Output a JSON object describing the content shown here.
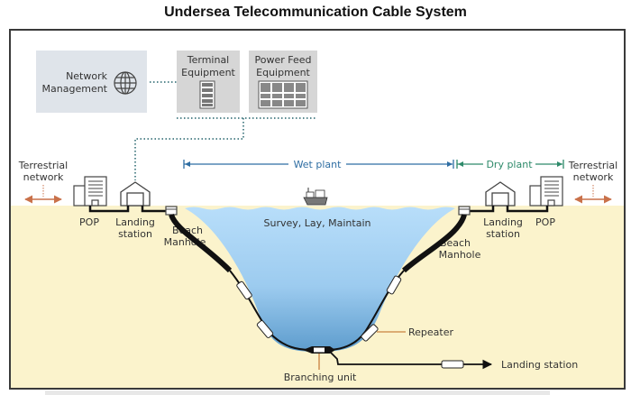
{
  "title": "Undersea Telecommunication Cable System",
  "top_boxes": {
    "network_management": {
      "line1": "Network",
      "line2": "Management",
      "icon": "globe-icon"
    },
    "terminal_equipment": {
      "line1": "Terminal",
      "line2": "Equipment",
      "icon": "server-rack-icon"
    },
    "power_feed_equipment": {
      "line1": "Power Feed",
      "line2": "Equipment",
      "icon": "power-cabinet-icon"
    }
  },
  "spans": {
    "wet_plant": "Wet plant",
    "dry_plant": "Dry plant"
  },
  "left_side": {
    "terrestrial": {
      "line1": "Terrestrial",
      "line2": "network"
    },
    "pop": "POP",
    "landing": {
      "line1": "Landing",
      "line2": "station"
    },
    "beach": {
      "line1": "Beach",
      "line2": "Manhole"
    }
  },
  "right_side": {
    "terrestrial": {
      "line1": "Terrestrial",
      "line2": "network"
    },
    "pop": "POP",
    "landing": {
      "line1": "Landing",
      "line2": "station"
    },
    "beach": {
      "line1": "Beach",
      "line2": "Manhole"
    }
  },
  "ocean": {
    "ship_caption": "Survey, Lay, Maintain",
    "repeater": "Repeater",
    "branching_unit": "Branching unit",
    "branch_destination": "Landing station"
  },
  "colors": {
    "sand": "#fbf3cc",
    "water_top": "#b5dcf7",
    "water_bottom": "#5f9fd0",
    "wet_plant_arrow": "#2f6ea3",
    "dry_plant_arrow": "#2e8a6a",
    "terrestrial_arrow": "#c9714a",
    "dotted_link": "#5a8a90",
    "box_bg": "#dfe4ea",
    "equip_box_bg": "#d6d6d6",
    "cable": "#111111",
    "repeater_leader": "#c9813f"
  }
}
